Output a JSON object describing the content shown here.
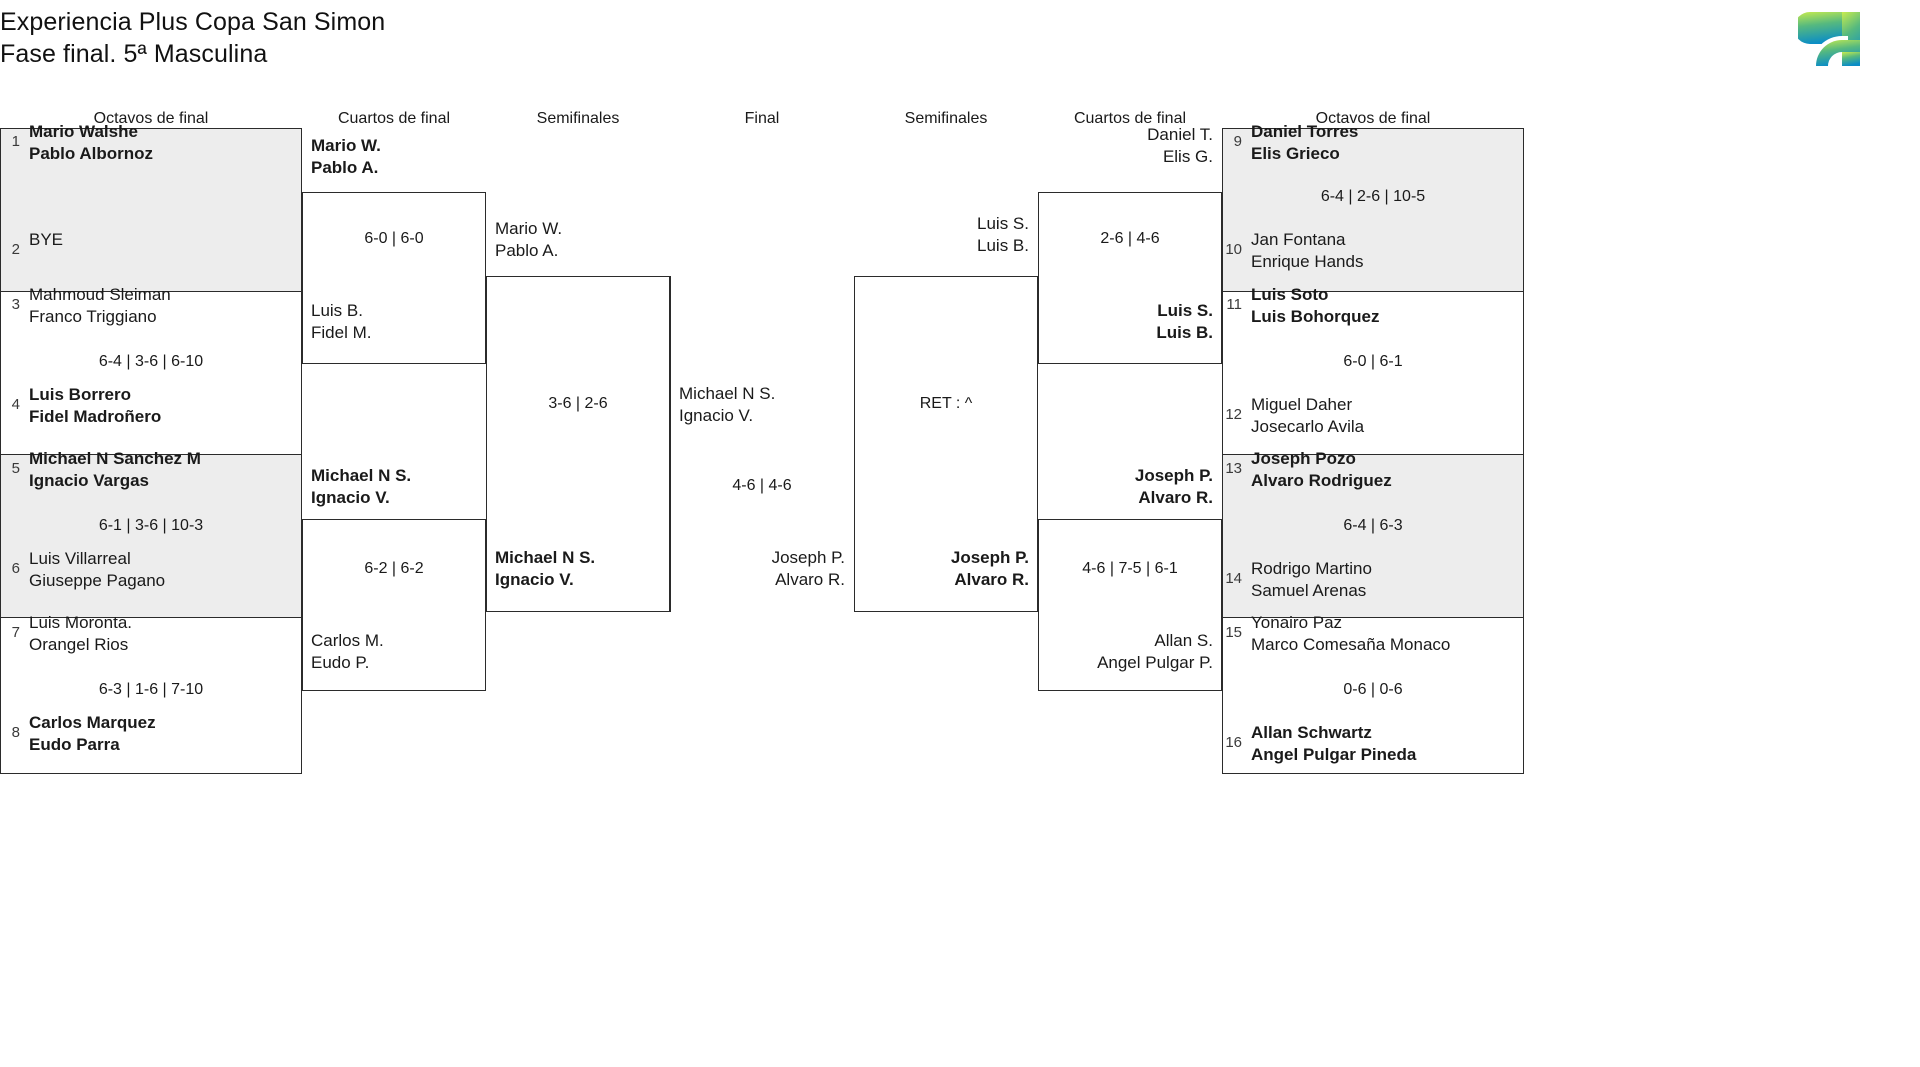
{
  "header": {
    "title_line1": "Experiencia Plus Copa San Simon",
    "title_line2": "Fase final. 5ª Masculina",
    "logo_name": "tournament-logo"
  },
  "round_headers": {
    "left_r16": "Octavos de final",
    "left_qf": "Cuartos de final",
    "left_sf": "Semifinales",
    "final": "Final",
    "right_sf": "Semifinales",
    "right_qf": "Cuartos de final",
    "right_r16": "Octavos de final"
  },
  "bracket": {
    "left_r16": [
      {
        "seed": "1",
        "p1": "Mario Walshe",
        "p2": "Pablo Albornoz",
        "winner": true
      },
      {
        "seed": "2",
        "p1": "BYE",
        "p2": "",
        "winner": false
      },
      {
        "seed": "3",
        "p1": "Mahmoud Sleiman",
        "p2": "Franco Triggiano",
        "winner": false
      },
      {
        "seed": "4",
        "p1": "Luis Borrero",
        "p2": "Fidel Madroñero",
        "winner": true
      },
      {
        "seed": "5",
        "p1": "Michael N Sanchez M",
        "p2": "Ignacio Vargas",
        "winner": true
      },
      {
        "seed": "6",
        "p1": "Luis Villarreal",
        "p2": "Giuseppe Pagano",
        "winner": false
      },
      {
        "seed": "7",
        "p1": "Luis Moronta.",
        "p2": "Orangel Rios",
        "winner": false
      },
      {
        "seed": "8",
        "p1": "Carlos Marquez",
        "p2": "Eudo Parra",
        "winner": true
      }
    ],
    "left_r16_scores": [
      "",
      "6-4 | 3-6 | 6-10",
      "6-1 | 3-6 | 10-3",
      "6-3 | 1-6 | 7-10"
    ],
    "left_qf": [
      {
        "p1": "Mario W.",
        "p2": "Pablo A.",
        "winner": true
      },
      {
        "p1": "Luis B.",
        "p2": "Fidel M.",
        "winner": false
      },
      {
        "p1": "Michael N S.",
        "p2": "Ignacio V.",
        "winner": true
      },
      {
        "p1": "Carlos M.",
        "p2": "Eudo P.",
        "winner": false
      }
    ],
    "left_qf_scores": [
      "6-0 | 6-0",
      "6-2 | 6-2"
    ],
    "left_sf": [
      {
        "p1": "Mario W.",
        "p2": "Pablo A.",
        "winner": false
      },
      {
        "p1": "Michael N S.",
        "p2": "Ignacio V.",
        "winner": true
      }
    ],
    "left_sf_scores": [
      "3-6 | 2-6"
    ],
    "final_left": {
      "p1": "Michael N S.",
      "p2": "Ignacio V.",
      "winner": false
    },
    "final_right": {
      "p1": "Joseph P.",
      "p2": "Alvaro R.",
      "winner": false
    },
    "final_score": "4-6 | 4-6",
    "right_sf": [
      {
        "p1": "Luis S.",
        "p2": "Luis B.",
        "winner": false
      },
      {
        "p1": "Joseph P.",
        "p2": "Alvaro R.",
        "winner": false
      }
    ],
    "right_sf_scores": [
      "RET : ^"
    ],
    "right_qf": [
      {
        "p1": "Daniel T.",
        "p2": "Elis G.",
        "winner": false
      },
      {
        "p1": "Luis S.",
        "p2": "Luis B.",
        "winner": true
      },
      {
        "p1": "Joseph P.",
        "p2": "Alvaro R.",
        "winner": true
      },
      {
        "p1": "Allan S.",
        "p2": "Angel Pulgar P.",
        "winner": false
      }
    ],
    "right_qf_scores": [
      "2-6 | 4-6",
      "4-6 | 7-5 | 6-1"
    ],
    "right_r16": [
      {
        "seed": "9",
        "p1": "Daniel Torres",
        "p2": "Elis Grieco",
        "winner": true
      },
      {
        "seed": "10",
        "p1": "Jan Fontana",
        "p2": "Enrique Hands",
        "winner": false
      },
      {
        "seed": "11",
        "p1": "Luis Soto",
        "p2": "Luis Bohorquez",
        "winner": true
      },
      {
        "seed": "12",
        "p1": "Miguel Daher",
        "p2": "Josecarlo Avila",
        "winner": false
      },
      {
        "seed": "13",
        "p1": "Joseph Pozo",
        "p2": "Alvaro Rodriguez",
        "winner": true
      },
      {
        "seed": "14",
        "p1": "Rodrigo Martino",
        "p2": "Samuel Arenas",
        "winner": false
      },
      {
        "seed": "15",
        "p1": "Yonairo Paz",
        "p2": "Marco Comesaña Monaco",
        "winner": false
      },
      {
        "seed": "16",
        "p1": "Allan Schwartz",
        "p2": "Angel Pulgar Pineda",
        "winner": true
      }
    ],
    "right_r16_scores": [
      "6-4 | 2-6 | 10-5",
      "6-0 | 6-1",
      "6-4 | 6-3",
      "0-6 | 0-6"
    ]
  },
  "colors": {
    "line": "#2b2b2b",
    "shade": "#ededed",
    "text": "#1a1a1a",
    "logo_top": "#c2e84f",
    "logo_mid": "#3fae8e",
    "logo_bottom": "#0d8ec4"
  }
}
